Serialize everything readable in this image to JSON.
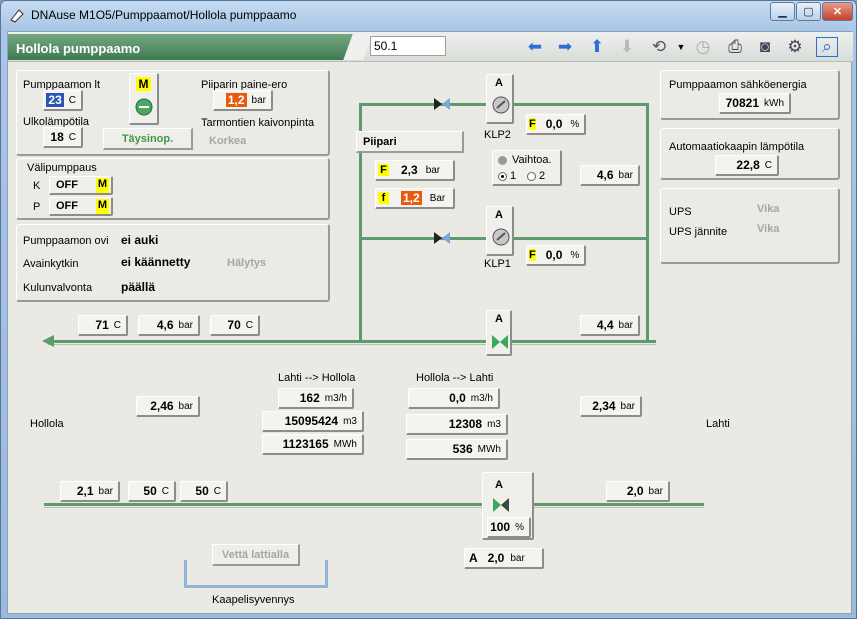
{
  "window": {
    "title": "DNAuse M1O5/Pumppaamot/Hollola pumppaamo",
    "min": "▁",
    "max": "▢",
    "close": "✕"
  },
  "header": {
    "title": "Hollola pumppaamo",
    "path_value": "50.1"
  },
  "toolbar": {
    "icons": [
      "arrow-left-icon",
      "arrow-right-icon",
      "arrow-up-icon",
      "arrow-down-icon",
      "history-icon",
      "clock-icon",
      "printer-icon",
      "camera-icon",
      "settings-icon",
      "zoom-icon"
    ]
  },
  "station": {
    "temp_label": "Pumppaamon lt",
    "temp_value": "23",
    "temp_unit": "C",
    "outdoor_label": "Ulkolämpötila",
    "outdoor_value": "18",
    "outdoor_unit": "C",
    "mode_letter": "M",
    "status_button": "Täysinop.",
    "pressure_diff_label": "Piiparin paine-ero",
    "pressure_diff_value": "1,2",
    "pressure_diff_unit": "bar",
    "well_label": "Tarmontien kaivonpinta",
    "well_value": "Korkea"
  },
  "booster": {
    "title": "Välipumppaus",
    "rows": [
      {
        "label": "K",
        "state": "OFF",
        "mode": "M"
      },
      {
        "label": "P",
        "state": "OFF",
        "mode": "M"
      }
    ]
  },
  "security": {
    "door_label": "Pumppaamon ovi",
    "door_value": "ei auki",
    "key_label": "Avainkytkin",
    "key_value": "ei käännetty",
    "alarm": "Hälytys",
    "access_label": "Kulunvalvonta",
    "access_value": "päällä"
  },
  "energy": {
    "label": "Pumppaamon sähköenergia",
    "value": "70821",
    "unit": "kWh"
  },
  "cabinet": {
    "label": "Automaatiokaapin lämpötila",
    "value": "22,8",
    "unit": "C"
  },
  "ups": {
    "label": "UPS",
    "value": "Vika",
    "voltage_label": "UPS jännite",
    "voltage_value": "Vika"
  },
  "piipari": {
    "title": "Piipari",
    "p1_tag": "F",
    "p1_value": "2,3",
    "p1_unit": "bar",
    "p2_tag": "f",
    "p2_value": "1,2",
    "p2_unit": "Bar",
    "switch_label": "Vaihtoa.",
    "opt1": "1",
    "opt2": "2"
  },
  "klp2": {
    "mode": "A",
    "label": "KLP2",
    "tag": "F",
    "value": "0,0",
    "unit": "%"
  },
  "klp1": {
    "mode": "A",
    "label": "KLP1",
    "tag": "F",
    "value": "0,0",
    "unit": "%"
  },
  "pressure_right_top": {
    "value": "4,6",
    "unit": "bar"
  },
  "upper_line": {
    "t1_value": "71",
    "t1_unit": "C",
    "p_value": "4,6",
    "p_unit": "bar",
    "t2_value": "70",
    "t2_unit": "C",
    "valve_mode": "A",
    "right_value": "4,4",
    "right_unit": "bar"
  },
  "flows": {
    "left_label": "Hollola",
    "right_label": "Lahti",
    "left_pressure": "2,46",
    "right_pressure": "2,34",
    "pressure_unit": "bar",
    "in_title": "Lahti --> Hollola",
    "in_flow": "162",
    "in_flow_unit": "m3/h",
    "in_volume": "15095424",
    "in_volume_unit": "m3",
    "in_energy": "1123165",
    "in_energy_unit": "MWh",
    "out_title": "Hollola --> Lahti",
    "out_flow": "0,0",
    "out_flow_unit": "m3/h",
    "out_volume": "12308",
    "out_volume_unit": "m3",
    "out_energy": "536",
    "out_energy_unit": "MWh"
  },
  "lower_line": {
    "p_value": "2,1",
    "p_unit": "bar",
    "t1_value": "50",
    "t1_unit": "C",
    "t2_value": "50",
    "t2_unit": "C",
    "valve_mode": "A",
    "valve_pos": "100",
    "valve_unit": "%",
    "mode_tag": "A",
    "setpoint": "2,0",
    "setpoint_unit": "bar",
    "right_value": "2,0",
    "right_unit": "bar"
  },
  "cable": {
    "alarm": "Vettä lattialla",
    "label": "Kaapelisyvennys"
  },
  "colors": {
    "header": "#4e8a60",
    "pipe": "#5f9a6f",
    "orange": "#e85a0c",
    "blue": "#2a55b4",
    "yellow": "#ffff00"
  }
}
